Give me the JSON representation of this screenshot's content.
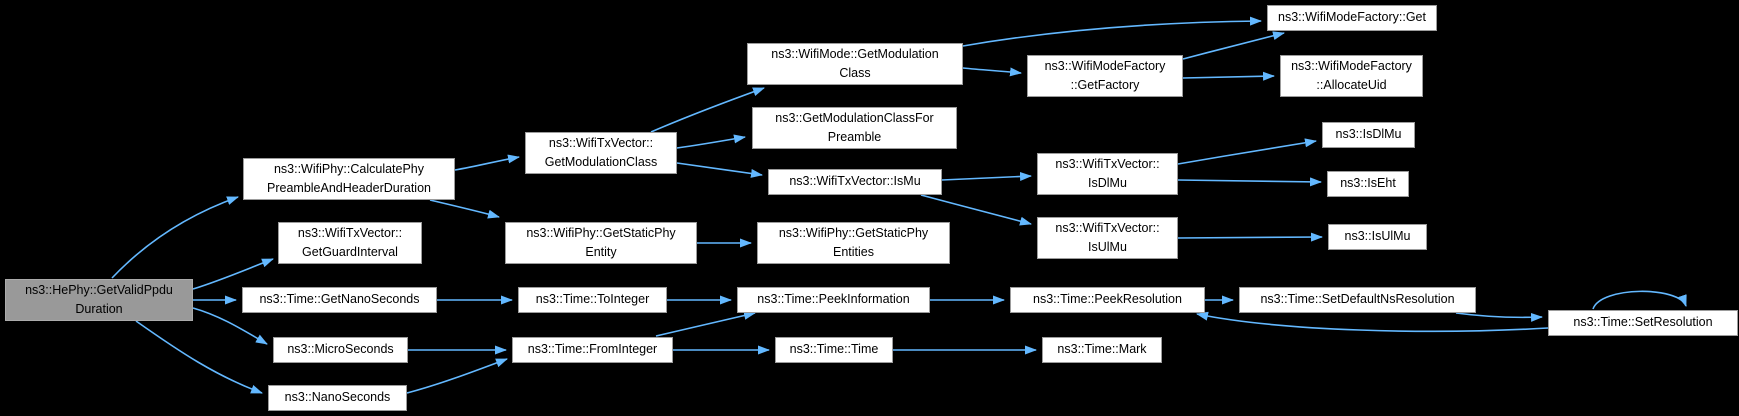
{
  "diagram": {
    "type": "doxygen-call-graph",
    "background_color": "#000000",
    "edge_color": "#63B8FF",
    "node_fill": "#FFFFFF",
    "node_border": "#9C9C9C",
    "node_text_color": "#000000",
    "root_node_fill": "#999999",
    "root_node_border": "#ABABAB"
  },
  "nodes": [
    {
      "id": "hephy-getvalidppduduration",
      "label": "ns3::HePhy::GetValidPpdu\nDuration",
      "root": true
    },
    {
      "id": "wifiphy-calculatephypreambleandheaderduration",
      "label": "ns3::WifiPhy::CalculatePhy\nPreambleAndHeaderDuration"
    },
    {
      "id": "wifitxvector-getguardinterval",
      "label": "ns3::WifiTxVector::\nGetGuardInterval"
    },
    {
      "id": "time-getnanoseconds",
      "label": "ns3::Time::GetNanoSeconds"
    },
    {
      "id": "microseconds",
      "label": "ns3::MicroSeconds"
    },
    {
      "id": "nanoseconds",
      "label": "ns3::NanoSeconds"
    },
    {
      "id": "wifitxvector-getmodulationclass",
      "label": "ns3::WifiTxVector::\nGetModulationClass"
    },
    {
      "id": "wifiphy-getstaticphyentity",
      "label": "ns3::WifiPhy::GetStaticPhy\nEntity"
    },
    {
      "id": "time-tointeger",
      "label": "ns3::Time::ToInteger"
    },
    {
      "id": "time-frominteger",
      "label": "ns3::Time::FromInteger"
    },
    {
      "id": "wifimode-getmodulationclass",
      "label": "ns3::WifiMode::GetModulation\nClass"
    },
    {
      "id": "getmodulationclassforpreamble",
      "label": "ns3::GetModulationClassFor\nPreamble"
    },
    {
      "id": "wifitxvector-ismu",
      "label": "ns3::WifiTxVector::IsMu"
    },
    {
      "id": "wifiphy-getstaticphyentities",
      "label": "ns3::WifiPhy::GetStaticPhy\nEntities"
    },
    {
      "id": "time-peekinformation",
      "label": "ns3::Time::PeekInformation"
    },
    {
      "id": "time-time",
      "label": "ns3::Time::Time"
    },
    {
      "id": "wifimodefactory-getfactory",
      "label": "ns3::WifiModeFactory\n::GetFactory"
    },
    {
      "id": "wifitxvector-isdlmu",
      "label": "ns3::WifiTxVector::\nIsDlMu"
    },
    {
      "id": "wifitxvector-isulmu",
      "label": "ns3::WifiTxVector::\nIsUlMu"
    },
    {
      "id": "time-peekresolution",
      "label": "ns3::Time::PeekResolution"
    },
    {
      "id": "time-mark",
      "label": "ns3::Time::Mark"
    },
    {
      "id": "wifimodefactory-get",
      "label": "ns3::WifiModeFactory::Get"
    },
    {
      "id": "wifimodefactory-allocateuid",
      "label": "ns3::WifiModeFactory\n::AllocateUid"
    },
    {
      "id": "isdlmu",
      "label": "ns3::IsDlMu"
    },
    {
      "id": "iseht",
      "label": "ns3::IsEht"
    },
    {
      "id": "isulmu",
      "label": "ns3::IsUlMu"
    },
    {
      "id": "time-setdefaultnsresolution",
      "label": "ns3::Time::SetDefaultNsResolution"
    },
    {
      "id": "time-setresolution",
      "label": "ns3::Time::SetResolution"
    }
  ],
  "edges": [
    {
      "from": "hephy-getvalidppduduration",
      "to": "wifiphy-calculatephypreambleandheaderduration"
    },
    {
      "from": "hephy-getvalidppduduration",
      "to": "wifitxvector-getguardinterval"
    },
    {
      "from": "hephy-getvalidppduduration",
      "to": "time-getnanoseconds"
    },
    {
      "from": "hephy-getvalidppduduration",
      "to": "microseconds"
    },
    {
      "from": "hephy-getvalidppduduration",
      "to": "nanoseconds"
    },
    {
      "from": "wifiphy-calculatephypreambleandheaderduration",
      "to": "wifitxvector-getmodulationclass"
    },
    {
      "from": "wifiphy-calculatephypreambleandheaderduration",
      "to": "wifiphy-getstaticphyentity"
    },
    {
      "from": "wifitxvector-getmodulationclass",
      "to": "wifimode-getmodulationclass"
    },
    {
      "from": "wifitxvector-getmodulationclass",
      "to": "getmodulationclassforpreamble"
    },
    {
      "from": "wifitxvector-getmodulationclass",
      "to": "wifitxvector-ismu"
    },
    {
      "from": "wifimode-getmodulationclass",
      "to": "wifimodefactory-get"
    },
    {
      "from": "wifimode-getmodulationclass",
      "to": "wifimodefactory-getfactory"
    },
    {
      "from": "wifimodefactory-getfactory",
      "to": "wifimodefactory-get"
    },
    {
      "from": "wifimodefactory-getfactory",
      "to": "wifimodefactory-allocateuid"
    },
    {
      "from": "wifitxvector-ismu",
      "to": "wifitxvector-isdlmu"
    },
    {
      "from": "wifitxvector-ismu",
      "to": "wifitxvector-isulmu"
    },
    {
      "from": "wifitxvector-isdlmu",
      "to": "isdlmu"
    },
    {
      "from": "wifitxvector-isdlmu",
      "to": "iseht"
    },
    {
      "from": "wifitxvector-isulmu",
      "to": "isulmu"
    },
    {
      "from": "wifiphy-getstaticphyentity",
      "to": "wifiphy-getstaticphyentities"
    },
    {
      "from": "time-getnanoseconds",
      "to": "time-tointeger"
    },
    {
      "from": "time-tointeger",
      "to": "time-peekinformation"
    },
    {
      "from": "microseconds",
      "to": "time-frominteger"
    },
    {
      "from": "nanoseconds",
      "to": "time-frominteger"
    },
    {
      "from": "time-frominteger",
      "to": "time-peekinformation"
    },
    {
      "from": "time-frominteger",
      "to": "time-time"
    },
    {
      "from": "time-time",
      "to": "time-mark"
    },
    {
      "from": "time-peekinformation",
      "to": "time-peekresolution"
    },
    {
      "from": "time-peekresolution",
      "to": "time-setdefaultnsresolution"
    },
    {
      "from": "time-setdefaultnsresolution",
      "to": "time-setresolution"
    },
    {
      "from": "time-setresolution",
      "to": "time-peekresolution"
    },
    {
      "from": "time-setresolution",
      "to": "time-setresolution"
    }
  ]
}
